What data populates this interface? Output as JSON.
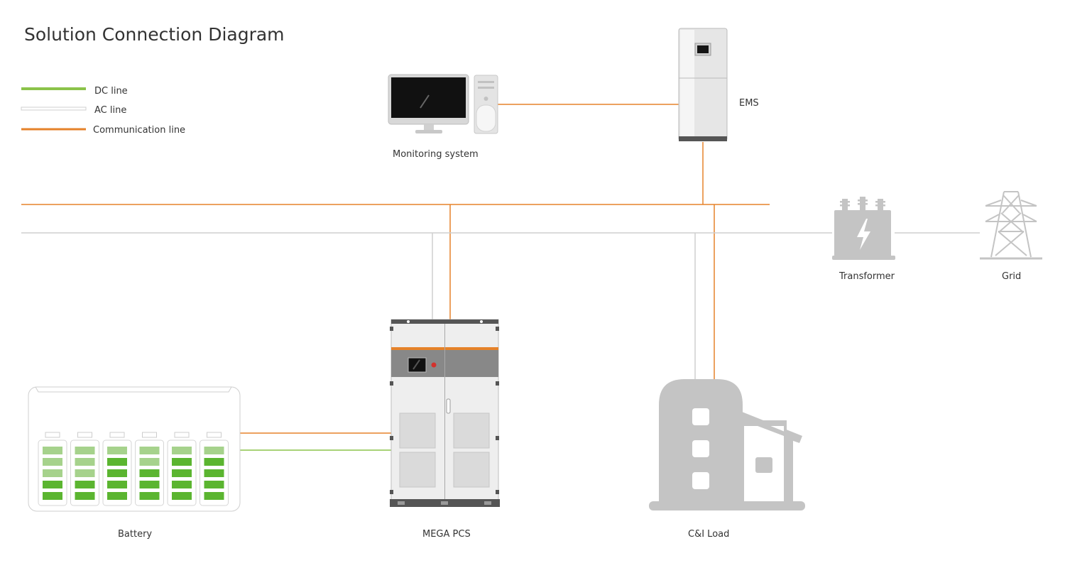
{
  "title": "Solution Connection Diagram",
  "legend": [
    {
      "label": "DC line",
      "color": "#8bc34a"
    },
    {
      "label": "AC line",
      "color": "#cfcfcf"
    },
    {
      "label": "Communication line",
      "color": "#e5822a"
    }
  ],
  "nodes": {
    "monitoring": {
      "label": "Monitoring system",
      "icon": "computer-icon"
    },
    "ems": {
      "label": "EMS",
      "icon": "ems-cabinet-icon"
    },
    "transformer": {
      "label": "Transformer",
      "icon": "transformer-icon"
    },
    "grid": {
      "label": "Grid",
      "icon": "transmission-tower-icon"
    },
    "battery": {
      "label": "Battery",
      "icon": "battery-rack-icon"
    },
    "pcs": {
      "label": "MEGA PCS",
      "icon": "pcs-cabinet-icon"
    },
    "load": {
      "label": "C&I Load",
      "icon": "building-icon"
    }
  },
  "colors": {
    "dc": "#8bc34a",
    "ac": "#cfcfcf",
    "comm": "#e5822a",
    "equipment": "#c4c4c4",
    "battery_full": "#5bb530",
    "battery_light": "#a6d28c"
  }
}
